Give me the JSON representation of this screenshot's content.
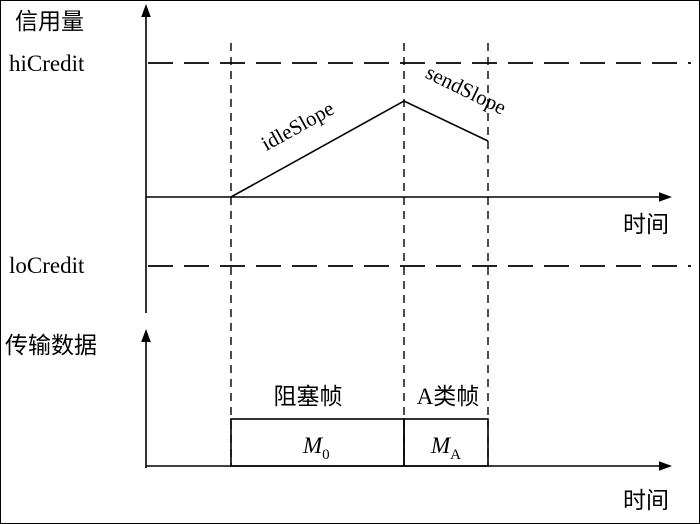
{
  "top_chart": {
    "credit_axis_label": "信用量",
    "hi_credit_label": "hiCredit",
    "lo_credit_label": "loCredit",
    "time_axis_label": "时间",
    "idle_slope_label": "idleSlope",
    "send_slope_label": "sendSlope"
  },
  "bottom_chart": {
    "data_axis_label": "传输数据",
    "time_axis_label": "时间",
    "blocking_frame_label": "阻塞帧",
    "class_a_frame_label": "A类帧",
    "m0": {
      "base": "M",
      "sub": "0"
    },
    "ma": {
      "base": "M",
      "sub": "A"
    }
  },
  "colors": {
    "line": "#000000",
    "background": "#ffffff"
  }
}
